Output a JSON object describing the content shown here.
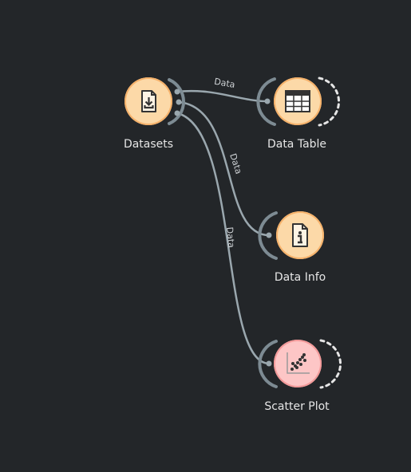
{
  "canvas": {
    "background": "#232629"
  },
  "nodes": {
    "datasets": {
      "label": "Datasets",
      "icon": "dataset-download-icon",
      "fill": "#fcd9a8",
      "edge": "#f6b26b"
    },
    "data_table": {
      "label": "Data Table",
      "icon": "table-grid-icon",
      "fill": "#fcd9a8",
      "edge": "#f6b26b"
    },
    "data_info": {
      "label": "Data Info",
      "icon": "info-document-icon",
      "fill": "#fcd9a8",
      "edge": "#f6b26b"
    },
    "scatter_plot": {
      "label": "Scatter Plot",
      "icon": "scatter-plot-icon",
      "fill": "#fdc6c6",
      "edge": "#f39a9a"
    }
  },
  "links": [
    {
      "from": "Datasets",
      "to": "Data Table",
      "label": "Data"
    },
    {
      "from": "Datasets",
      "to": "Data Info",
      "label": "Data"
    },
    {
      "from": "Datasets",
      "to": "Scatter Plot",
      "label": "Data"
    }
  ],
  "colors": {
    "link": "#9aa7ae",
    "anchor": "#7d8b93",
    "label_text": "#e6e6e6"
  }
}
